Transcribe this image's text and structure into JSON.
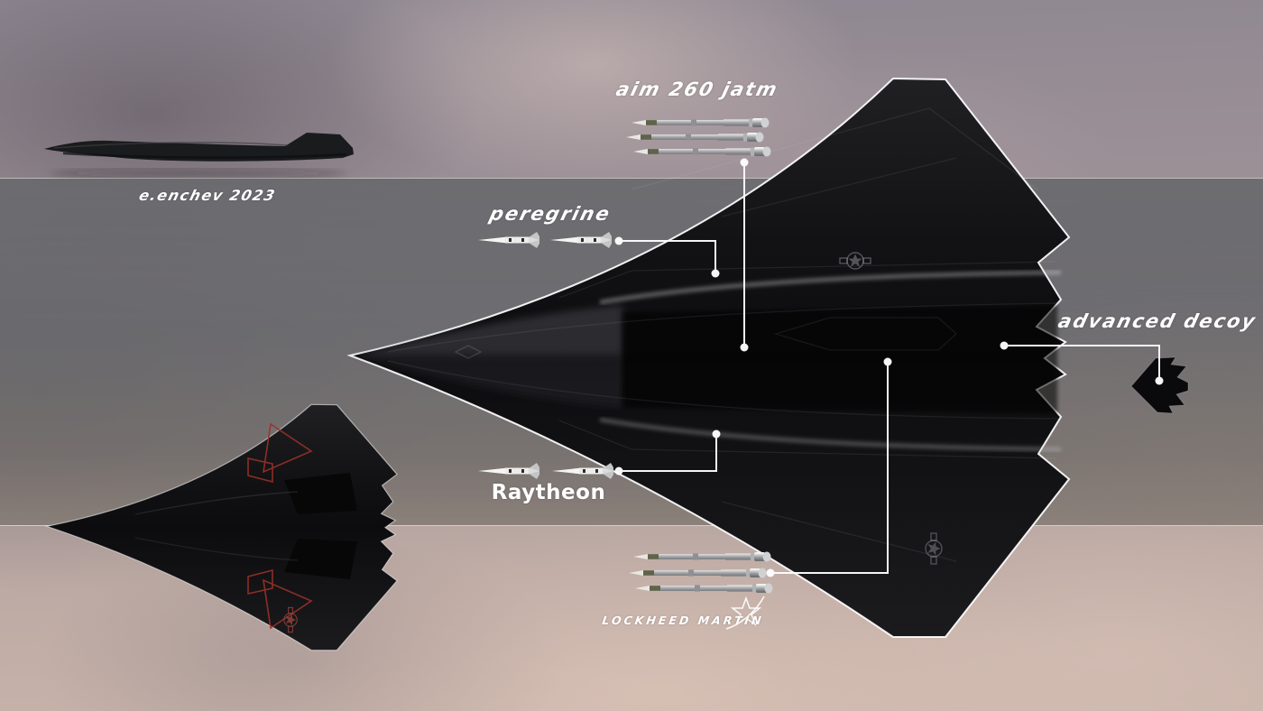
{
  "artwork": {
    "signature": "e.enchev 2023",
    "callouts": {
      "aim260": {
        "label": "aim 260 jatm",
        "missile_count": 3
      },
      "peregrine": {
        "label": "peregrine",
        "missile_count": 2
      },
      "raytheon_bay": {
        "label": "Raytheon",
        "missile_count": 2
      },
      "aft_bay": {
        "missile_count": 3
      },
      "advanced_decoy": {
        "label": "advanced decoy"
      }
    },
    "brands": {
      "lockheed_martin": "LOCKHEED MARTIN",
      "raytheon": "Raytheon"
    },
    "colors": {
      "sky_top": "#8e8791",
      "sky_bottom": "#c9b4ab",
      "band_gray": "#75787a",
      "band_warm": "#8a8480",
      "airframe_dark": "#101013",
      "rim_light": "#ffffff",
      "marking_red": "#993128",
      "missile_silver": "#c9c9cb",
      "missile_white": "#efefef"
    }
  }
}
